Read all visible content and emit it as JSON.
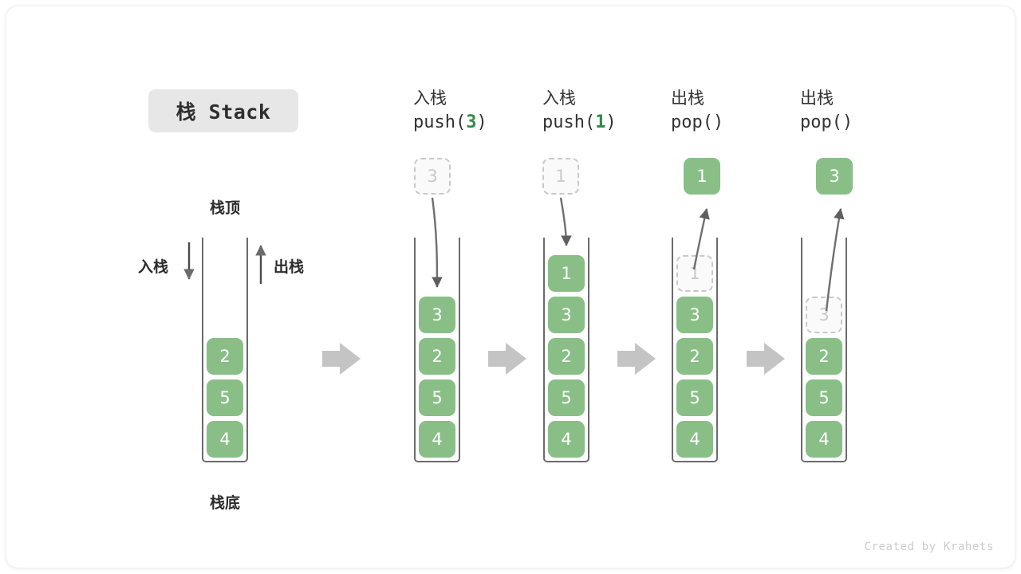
{
  "title": {
    "badge": "栈 Stack"
  },
  "labels": {
    "top": "栈顶",
    "bottom": "栈底",
    "push": "入栈",
    "pop": "出栈"
  },
  "colors": {
    "element_fill": "#89bf87",
    "element_text": "#ffffff",
    "ghost_border": "#c9c9c9",
    "ghost_text": "#c9c9c9",
    "arrow_gray": "#c4c4c4",
    "stroke_dark": "#6b6b6b",
    "accent_green": "#2e8b45",
    "badge_bg": "#e7e7e7"
  },
  "stages": [
    {
      "id": "stage-initial",
      "op_cn": "",
      "op_code": "",
      "op_code_arg": "",
      "elements": [
        "2",
        "5",
        "4"
      ],
      "ghost_top": null,
      "floating": null
    },
    {
      "id": "stage-push-3",
      "op_cn": "入栈",
      "op_code_prefix": "push(",
      "op_code_arg": "3",
      "op_code_suffix": ")",
      "elements": [
        "3",
        "2",
        "5",
        "4"
      ],
      "ghost_top": null,
      "floating": {
        "value": "3",
        "kind": "ghost"
      }
    },
    {
      "id": "stage-push-1",
      "op_cn": "入栈",
      "op_code_prefix": "push(",
      "op_code_arg": "1",
      "op_code_suffix": ")",
      "elements": [
        "1",
        "3",
        "2",
        "5",
        "4"
      ],
      "ghost_top": null,
      "floating": {
        "value": "1",
        "kind": "ghost"
      }
    },
    {
      "id": "stage-pop-1",
      "op_cn": "出栈",
      "op_code_prefix": "pop(",
      "op_code_arg": "",
      "op_code_suffix": ")",
      "elements": [
        "3",
        "2",
        "5",
        "4"
      ],
      "ghost_top": "1",
      "floating": {
        "value": "1",
        "kind": "solid"
      }
    },
    {
      "id": "stage-pop-3",
      "op_cn": "出栈",
      "op_code_prefix": "pop(",
      "op_code_arg": "",
      "op_code_suffix": ")",
      "elements": [
        "2",
        "5",
        "4"
      ],
      "ghost_top": "3",
      "floating": {
        "value": "3",
        "kind": "solid"
      }
    }
  ],
  "footer": {
    "credit": "Created by Krahets"
  }
}
